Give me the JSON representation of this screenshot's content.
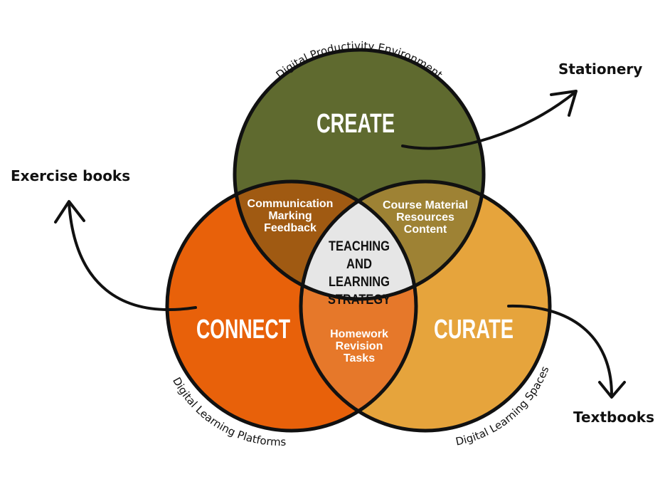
{
  "colors": {
    "create": "#5f6a2f",
    "connect": "#e8610a",
    "curate": "#e6a43c",
    "create_connect": "#a05a12",
    "create_curate": "#9e8234",
    "connect_curate": "#e6782a",
    "center": "#e6e6e6",
    "outline": "#111111"
  },
  "circles": {
    "create": {
      "label": "CREATE",
      "arc_label": "Digital Productivity Environment",
      "outer_label": "Stationery"
    },
    "connect": {
      "label": "CONNECT",
      "arc_label": "Digital Learning Platforms",
      "outer_label": "Exercise books"
    },
    "curate": {
      "label": "CURATE",
      "arc_label": "Digital Learning Spaces",
      "outer_label": "Textbooks"
    }
  },
  "overlaps": {
    "create_connect": [
      "Communication",
      "Marking",
      "Feedback"
    ],
    "create_curate": [
      "Course Material",
      "Resources",
      "Content"
    ],
    "connect_curate": [
      "Homework",
      "Revision",
      "Tasks"
    ]
  },
  "center": [
    "TEACHING",
    "AND",
    "LEARNING",
    "STRATEGY"
  ]
}
